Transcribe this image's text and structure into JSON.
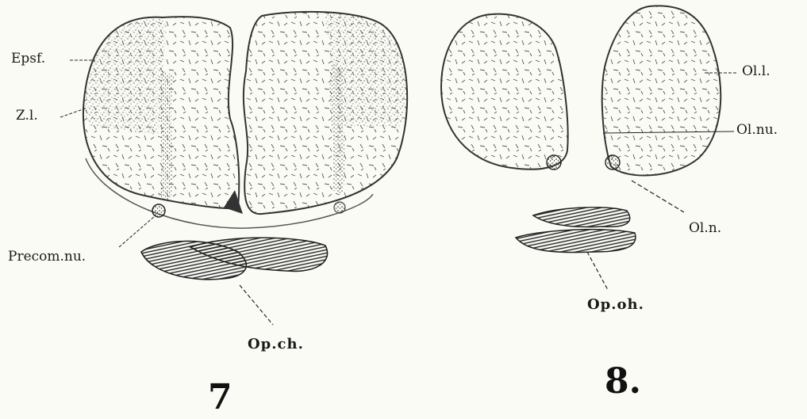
{
  "figures": [
    {
      "number": "7",
      "labels": {
        "epsf": "Epsf.",
        "zl": "Z.l.",
        "precom": "Precom.nu.",
        "opch": "Op.ch."
      }
    },
    {
      "number": "8.",
      "labels": {
        "oll": "Ol.l.",
        "olnu": "Ol.nu.",
        "oln": "Ol.n.",
        "opoh": "Op.oh."
      }
    }
  ]
}
